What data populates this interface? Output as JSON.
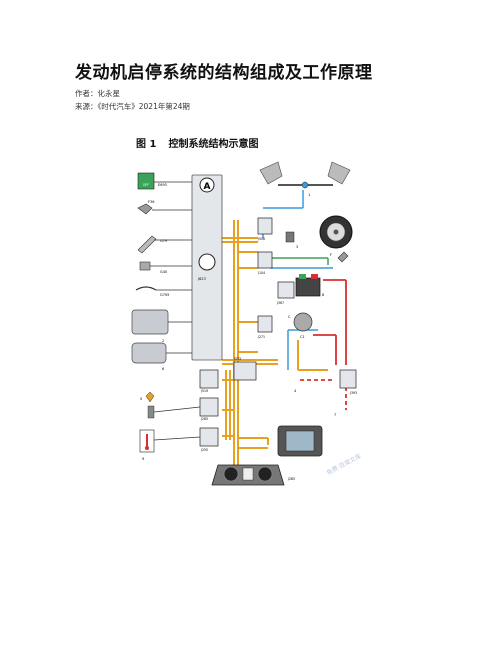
{
  "document": {
    "title": "发动机启停系统的结构组成及工作原理",
    "author": "作者：化永星",
    "source": "来源：《时代汽车》2021年第24期"
  },
  "figure": {
    "number": "图 1",
    "caption": "控制系统结构示意图",
    "ecu_label": "J623",
    "ecu_top_badge": "A",
    "labels": {
      "off_btn": "E693",
      "f36": "F36",
      "g79": "G79",
      "g40": "G40",
      "g709": "G709",
      "l2": "2",
      "l6": "6",
      "j506": "J506",
      "j104": "J104",
      "l3": "3",
      "f": "F",
      "j367": "J367",
      "l8": "8",
      "c": "C",
      "c1": "C1",
      "j271": "J271",
      "j533": "J533",
      "j519": "J519",
      "j285b": "J285",
      "j255": "J255",
      "l7": "7",
      "l4": "4",
      "l9": "9",
      "j393": "J393",
      "l5": "5",
      "j285": "J285",
      "l1": "1",
      "off_text": "OFF"
    },
    "watermark": "免费·百度文库",
    "colors": {
      "orange": "#e8a020",
      "blue": "#3a9bd8",
      "red": "#d83030",
      "green": "#3aa35a",
      "ecu_fill": "#e3e6ea"
    }
  }
}
